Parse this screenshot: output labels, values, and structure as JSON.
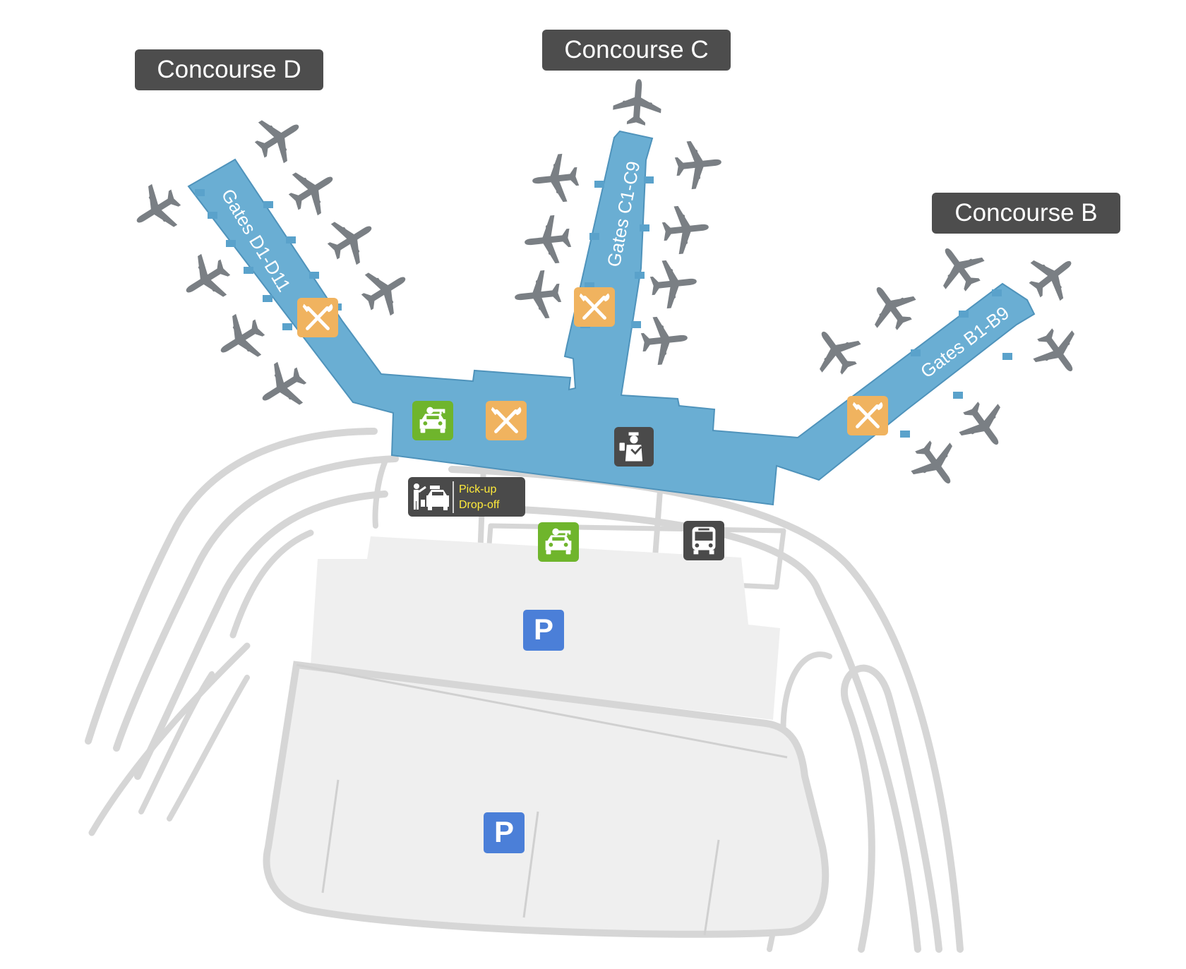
{
  "labels": {
    "concourse_d": "Concourse D",
    "concourse_c": "Concourse C",
    "concourse_b": "Concourse B"
  },
  "gates": {
    "d": "Gates D1-D11",
    "c": "Gates C1-C9",
    "b": "Gates B1-B9"
  },
  "pickup": {
    "line1": "Pick-up",
    "line2": "Drop-off"
  },
  "parking": {
    "upper": "P",
    "lower": "P"
  },
  "colors": {
    "terminal": "#6aaed3",
    "terminal_edge": "#4f93bb",
    "road": "#d6d6d6",
    "lot": "#efefef",
    "dining": "#f0b35f",
    "car_rental": "#6fb52c",
    "dark_icon": "#4a4a4a",
    "parking": "#4b7fd8",
    "airplane": "#7a7f84",
    "pickup_text": "#ffeb3b"
  },
  "icons": [
    "airplane-icon",
    "dining-icon",
    "car-rental-icon",
    "security-icon",
    "bus-icon",
    "parking-icon",
    "taxi-pickup-icon"
  ]
}
